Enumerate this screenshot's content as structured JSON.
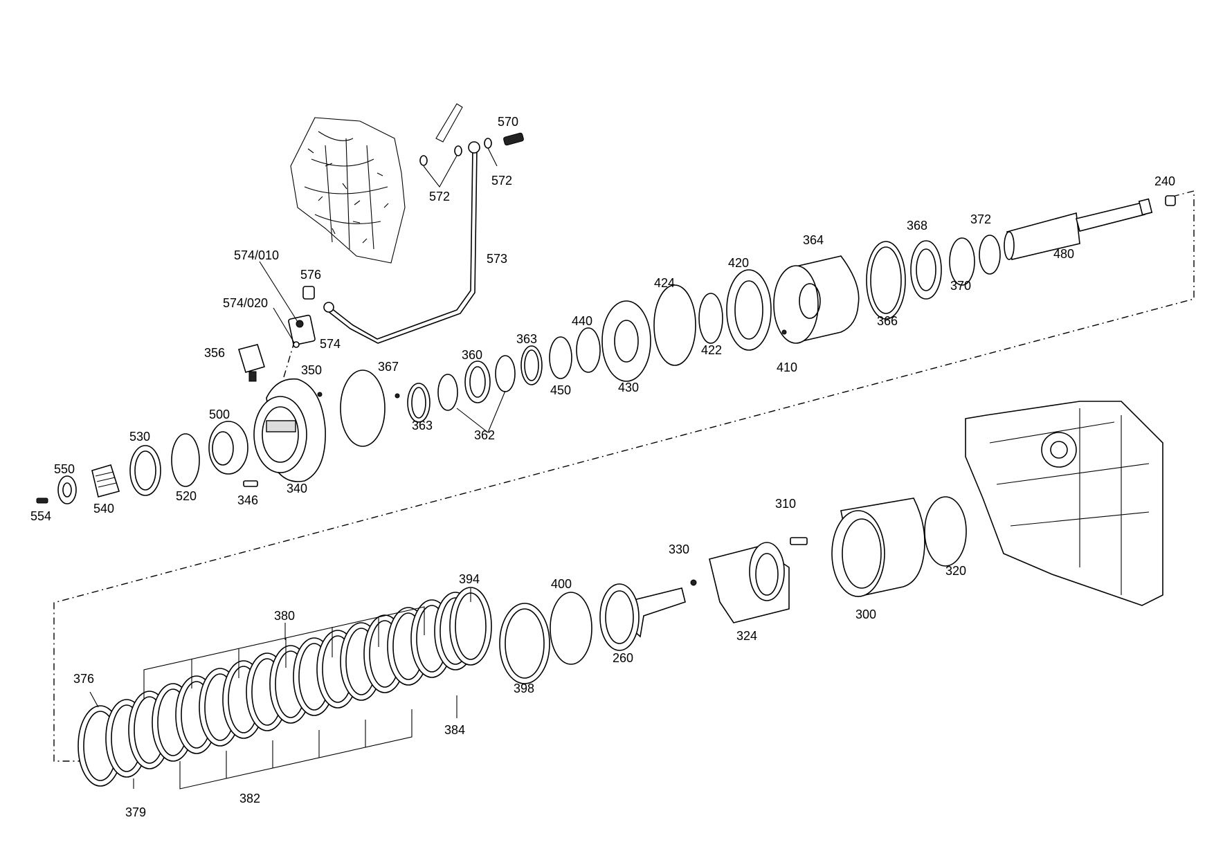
{
  "labels": {
    "l240": "240",
    "l480": "480",
    "l372": "372",
    "l370": "370",
    "l368": "368",
    "l366": "366",
    "l364": "364",
    "l410": "410",
    "l420": "420",
    "l422": "422",
    "l424": "424",
    "l430": "430",
    "l440": "440",
    "l450": "450",
    "l363a": "363",
    "l363b": "363",
    "l360": "360",
    "l362": "362",
    "l367": "367",
    "l350": "350",
    "l340": "340",
    "l346": "346",
    "l356": "356",
    "l500": "500",
    "l520": "520",
    "l530": "530",
    "l540": "540",
    "l550": "550",
    "l554": "554",
    "l574_010": "574/010",
    "l574_020": "574/020",
    "l574": "574",
    "l576": "576",
    "l573": "573",
    "l572a": "572",
    "l572b": "572",
    "l570": "570",
    "l310": "310",
    "l320": "320",
    "l300": "300",
    "l330": "330",
    "l324": "324",
    "l260": "260",
    "l400": "400",
    "l398": "398",
    "l394": "394",
    "l384": "384",
    "l380": "380",
    "l382": "382",
    "l376": "376",
    "l379": "379"
  }
}
